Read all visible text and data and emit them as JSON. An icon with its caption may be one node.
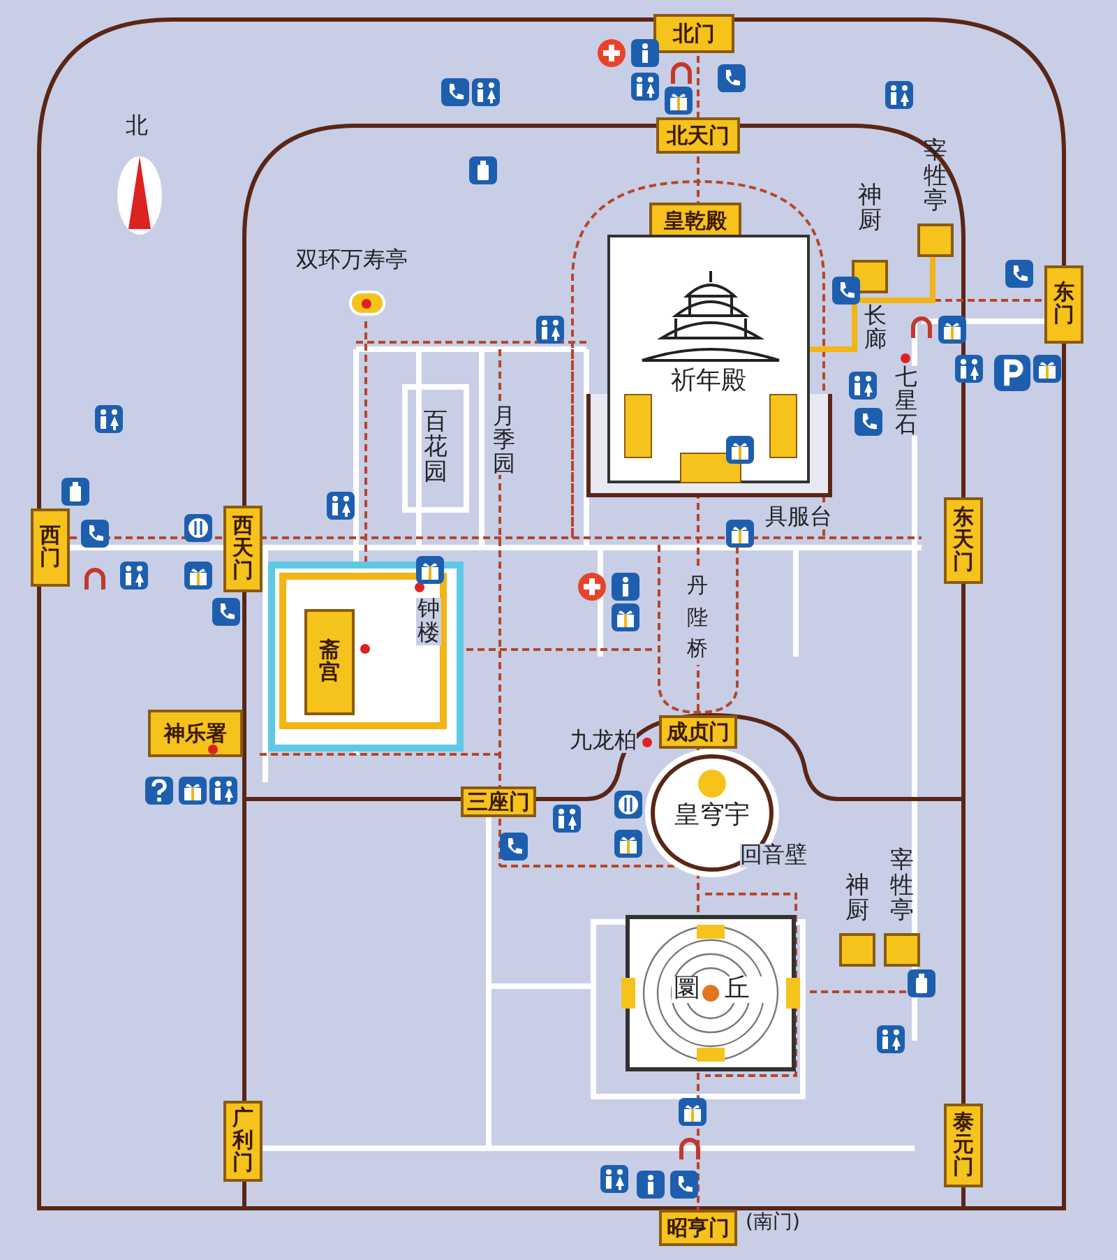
{
  "diagram": {
    "nodes": [
      {
        "text": [
          "北门"
        ]
      },
      {
        "text": [
          "北天门"
        ]
      },
      {
        "text": [
          "皇乾殿"
        ]
      },
      {
        "text": [
          "神厨"
        ]
      },
      {
        "text": [
          "宰牲亭"
        ]
      },
      {
        "text": [
          "东门"
        ]
      },
      {
        "text": [
          "祈年殿"
        ]
      },
      {
        "text": [
          "百花园"
        ]
      },
      {
        "text": [
          "西门"
        ]
      },
      {
        "text": [
          "西天门"
        ]
      },
      {
        "text": [
          "东天门"
        ]
      },
      {
        "text": [
          "斋宫"
        ]
      },
      {
        "text": [
          "神乐署"
        ]
      },
      {
        "text": [
          "成贞门"
        ]
      },
      {
        "text": [
          "三座门"
        ]
      },
      {
        "text": [
          "皇穹宇"
        ]
      },
      {
        "text": [
          "神厨"
        ]
      },
      {
        "text": [
          "宰牲亭"
        ]
      },
      {
        "text": [
          "圜丘"
        ]
      },
      {
        "text": [
          "广利门"
        ]
      },
      {
        "text": [
          "泰元门"
        ]
      },
      {
        "text": [
          "昭亨门"
        ],
        "beside": [
          "(南门)"
        ]
      }
    ],
    "labels": [
      "北",
      "双环万寿亭",
      "月季园",
      "长廊",
      "七星石",
      "具服台",
      "钟楼",
      "丹陛桥",
      "九龙柏",
      "回音壁"
    ]
  }
}
